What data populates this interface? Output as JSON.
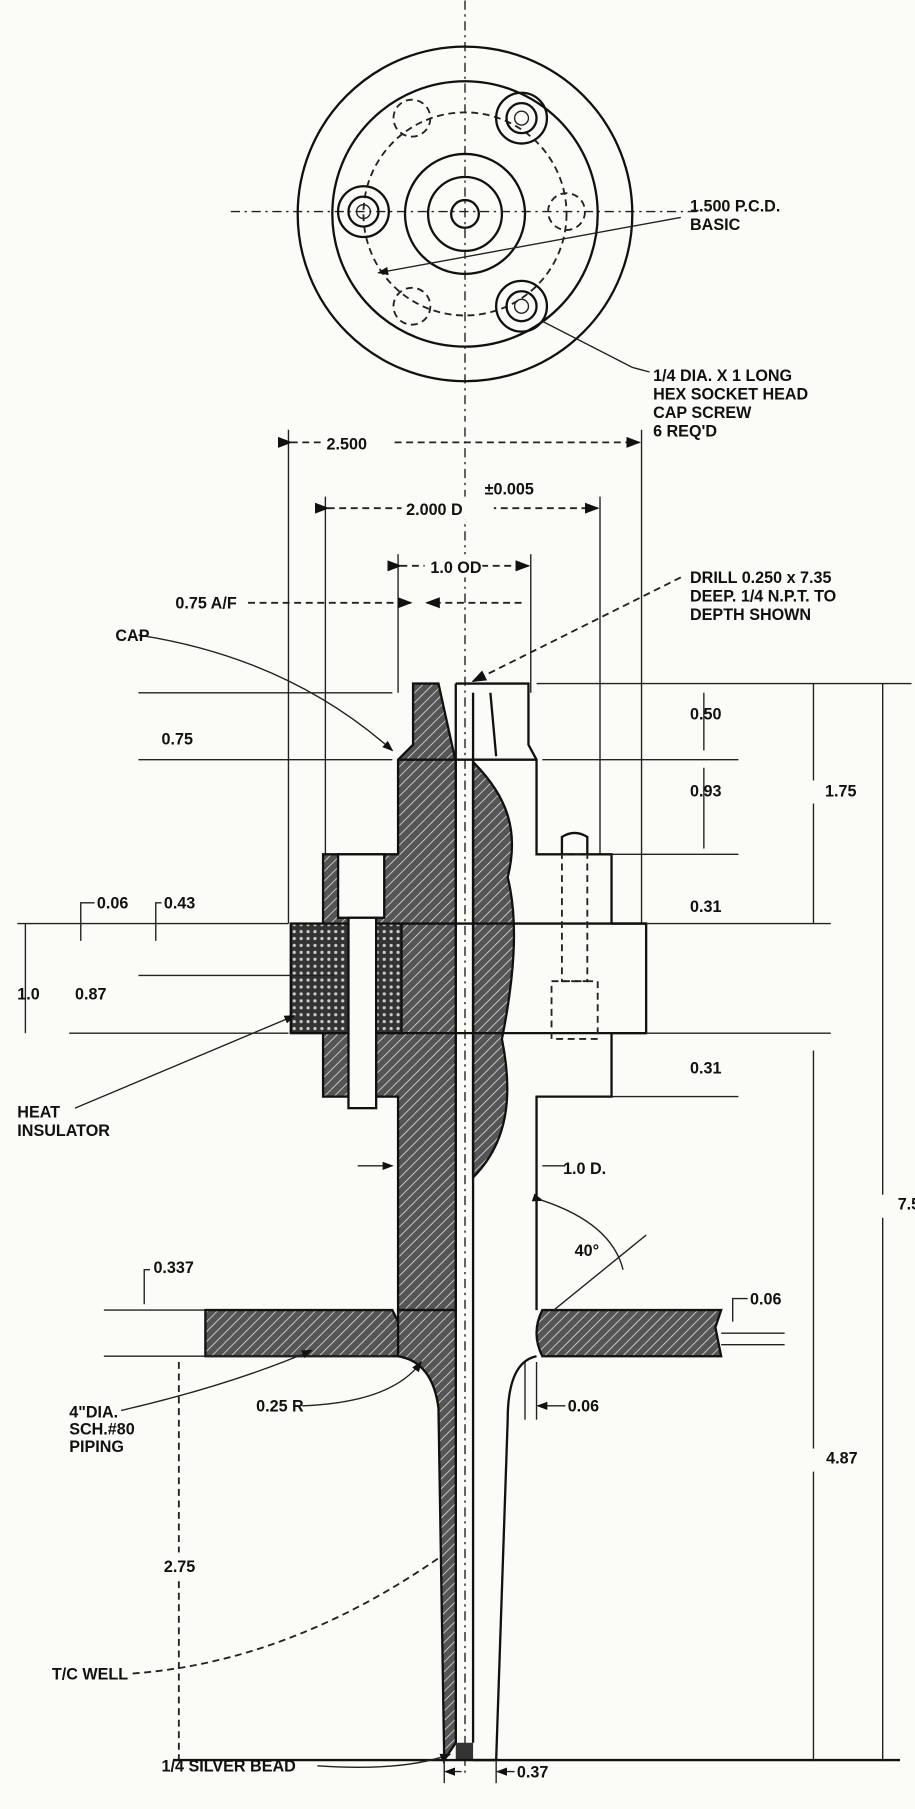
{
  "top_view": {
    "pcd_label": [
      "1.500 P.C.D.",
      "BASIC"
    ],
    "screw_label": [
      "1/4 DIA. X 1 LONG",
      "HEX SOCKET HEAD",
      "CAP SCREW",
      "6 REQ'D"
    ]
  },
  "dimensions": {
    "overall_width": "2.500",
    "tolerance": "±0.005",
    "flange_dia": "2.000 D",
    "cap_od": "1.0 OD",
    "across_flats": "0.75 A/F",
    "drill_note": [
      "DRILL 0.250 x 7.35",
      "DEEP. 1/4 N.P.T. TO",
      "DEPTH SHOWN"
    ],
    "cap_height": "0.75",
    "d_050": "0.50",
    "d_093": "0.93",
    "d_175": "1.75",
    "d_031_top": "0.31",
    "d_031_bottom": "0.31",
    "total_length": "7.5",
    "d_487": "4.87",
    "d_006_left": "0.06",
    "d_043": "0.43",
    "d_10": "1.0",
    "d_087": "0.87",
    "stem_od": "1.0 D.",
    "angle": "40°",
    "d_0337": "0.337",
    "d_006_right": "0.06",
    "d_006_gap": "0.06",
    "radius": "0.25 R",
    "d_275": "2.75",
    "tip_dia": "0.37"
  },
  "labels": {
    "cap": "CAP",
    "heat_insulator": [
      "HEAT",
      "INSULATOR"
    ],
    "piping": [
      "4\"DIA.",
      "SCH.#80",
      "PIPING"
    ],
    "tc_well": "T/C WELL",
    "silver_bead": "1/4 SILVER BEAD"
  }
}
